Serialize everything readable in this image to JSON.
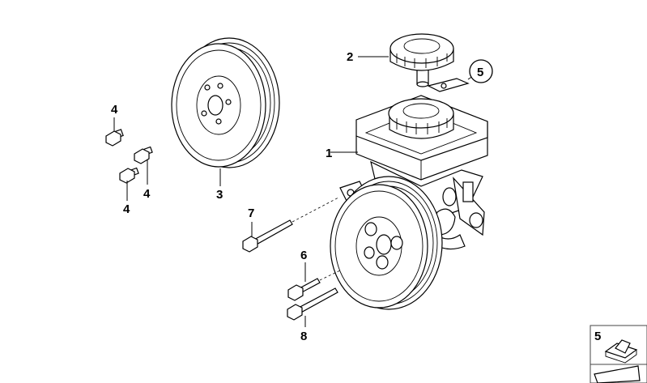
{
  "callouts": {
    "pump": "1",
    "cap": "2",
    "pulley": "3",
    "bolt_upper": "4",
    "bolt_mid": "4",
    "bolt_lower": "4",
    "clip": "5",
    "bolt_long": "7",
    "bolt_6": "6",
    "bolt_8": "8",
    "inset_clip": "5"
  },
  "icons": [
    "power-steering-pump",
    "reservoir-cap",
    "belt-pulley",
    "hex-bolt",
    "retaining-clip"
  ]
}
